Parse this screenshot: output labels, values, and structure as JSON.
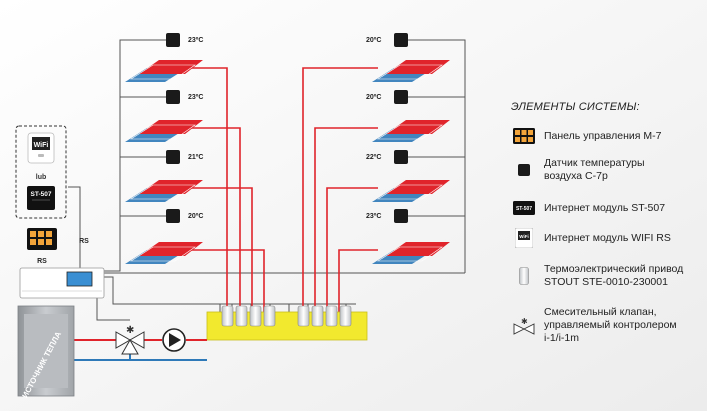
{
  "rooms": {
    "left": [
      "23ºC",
      "23ºC",
      "21ºC",
      "20ºC"
    ],
    "right": [
      "20ºC",
      "20ºC",
      "22ºC",
      "23ºC"
    ]
  },
  "devices": {
    "wifi_screen": "WiFi",
    "wifi_label": "lub",
    "st507_screen": "ST-507",
    "panel_label": "RS",
    "rs_label": "RS",
    "boiler_label": "ИСТОЧНИК ТЕПЛА"
  },
  "legend": {
    "title": "ЭЛЕМЕНТЫ СИСТЕМЫ:",
    "items": [
      {
        "icon": "control-panel-icon",
        "text": "Панель управления M-7"
      },
      {
        "icon": "temperature-sensor-icon",
        "text": "Датчик температуры\nвоздуха C-7p"
      },
      {
        "icon": "st507-module-icon",
        "icon_text": "ST-507",
        "text": "Интернет модуль ST-507"
      },
      {
        "icon": "wifi-module-icon",
        "icon_text": "WiFi",
        "text": "Интернет модуль WIFI RS"
      },
      {
        "icon": "thermoelectric-actuator-icon",
        "text": "Термоэлектрический привод\nSTOUT STE-0010-230001"
      },
      {
        "icon": "mixing-valve-icon",
        "text": "Смесительный клапан,\nуправляемый  контролером\ni-1/i-1m"
      }
    ]
  },
  "colors": {
    "supply": "#e0242b",
    "return": "#2e79b8",
    "manifold": "#f2e92e",
    "line": "#555555"
  }
}
